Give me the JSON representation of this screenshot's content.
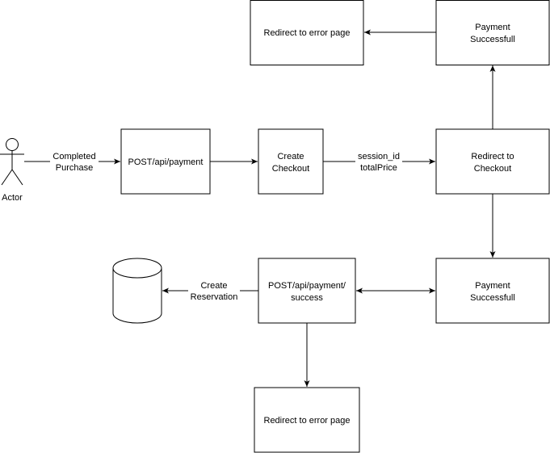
{
  "actor": {
    "label": "Actor"
  },
  "nodes": {
    "post_payment": {
      "lines": [
        "POST/api/payment"
      ]
    },
    "create_checkout": {
      "lines": [
        "Create",
        "Checkout"
      ]
    },
    "redirect_checkout": {
      "lines": [
        "Redirect to",
        "Checkout"
      ]
    },
    "payment_success_top": {
      "lines": [
        "Payment",
        "Successfull"
      ]
    },
    "error_top": {
      "lines": [
        "Redirect to error page"
      ]
    },
    "payment_success_bottom": {
      "lines": [
        "Payment",
        "Successfull"
      ]
    },
    "post_payment_success": {
      "lines": [
        "POST/api/payment/",
        "success"
      ]
    },
    "error_bottom": {
      "lines": [
        "Redirect to error page"
      ]
    },
    "database": {
      "lines": []
    }
  },
  "edges": {
    "completed_purchase": {
      "lines": [
        "Completed",
        "Purchase"
      ]
    },
    "session_info": {
      "lines": [
        "session_id",
        "totalPrice"
      ]
    },
    "create_reservation": {
      "lines": [
        "Create",
        "Reservation"
      ]
    }
  },
  "colors": {
    "stroke": "#000000",
    "fill": "#ffffff",
    "text": "#000000"
  }
}
